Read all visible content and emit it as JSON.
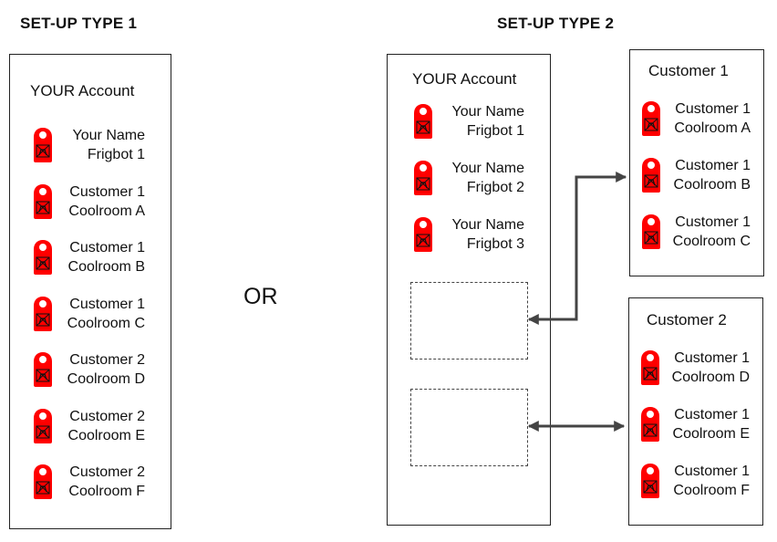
{
  "setup1": {
    "heading": "SET-UP TYPE 1",
    "account_title": "YOUR Account",
    "items": [
      {
        "line1": "Your Name",
        "line2": "Frigbot 1"
      },
      {
        "line1": "Customer 1",
        "line2": "Coolroom A"
      },
      {
        "line1": "Customer 1",
        "line2": "Coolroom B"
      },
      {
        "line1": "Customer 1",
        "line2": "Coolroom C"
      },
      {
        "line1": "Customer 2",
        "line2": "Coolroom D"
      },
      {
        "line1": "Customer 2",
        "line2": "Coolroom E"
      },
      {
        "line1": "Customer 2",
        "line2": "Coolroom F"
      }
    ]
  },
  "or_label": "OR",
  "setup2": {
    "heading": "SET-UP TYPE 2",
    "account_title": "YOUR Account",
    "items": [
      {
        "line1": "Your Name",
        "line2": "Frigbot 1"
      },
      {
        "line1": "Your Name",
        "line2": "Frigbot 2"
      },
      {
        "line1": "Your Name",
        "line2": "Frigbot 3"
      }
    ],
    "customer1": {
      "title": "Customer 1",
      "items": [
        {
          "line1": "Customer 1",
          "line2": "Coolroom A"
        },
        {
          "line1": "Customer 1",
          "line2": "Coolroom B"
        },
        {
          "line1": "Customer 1",
          "line2": "Coolroom C"
        }
      ]
    },
    "customer2": {
      "title": "Customer 2",
      "items": [
        {
          "line1": "Customer 1",
          "line2": "Coolroom D"
        },
        {
          "line1": "Customer 1",
          "line2": "Coolroom E"
        },
        {
          "line1": "Customer 1",
          "line2": "Coolroom F"
        }
      ]
    }
  },
  "colors": {
    "tag": "#ff0000",
    "line": "#444444"
  },
  "icon": "frigbot-tag-icon"
}
